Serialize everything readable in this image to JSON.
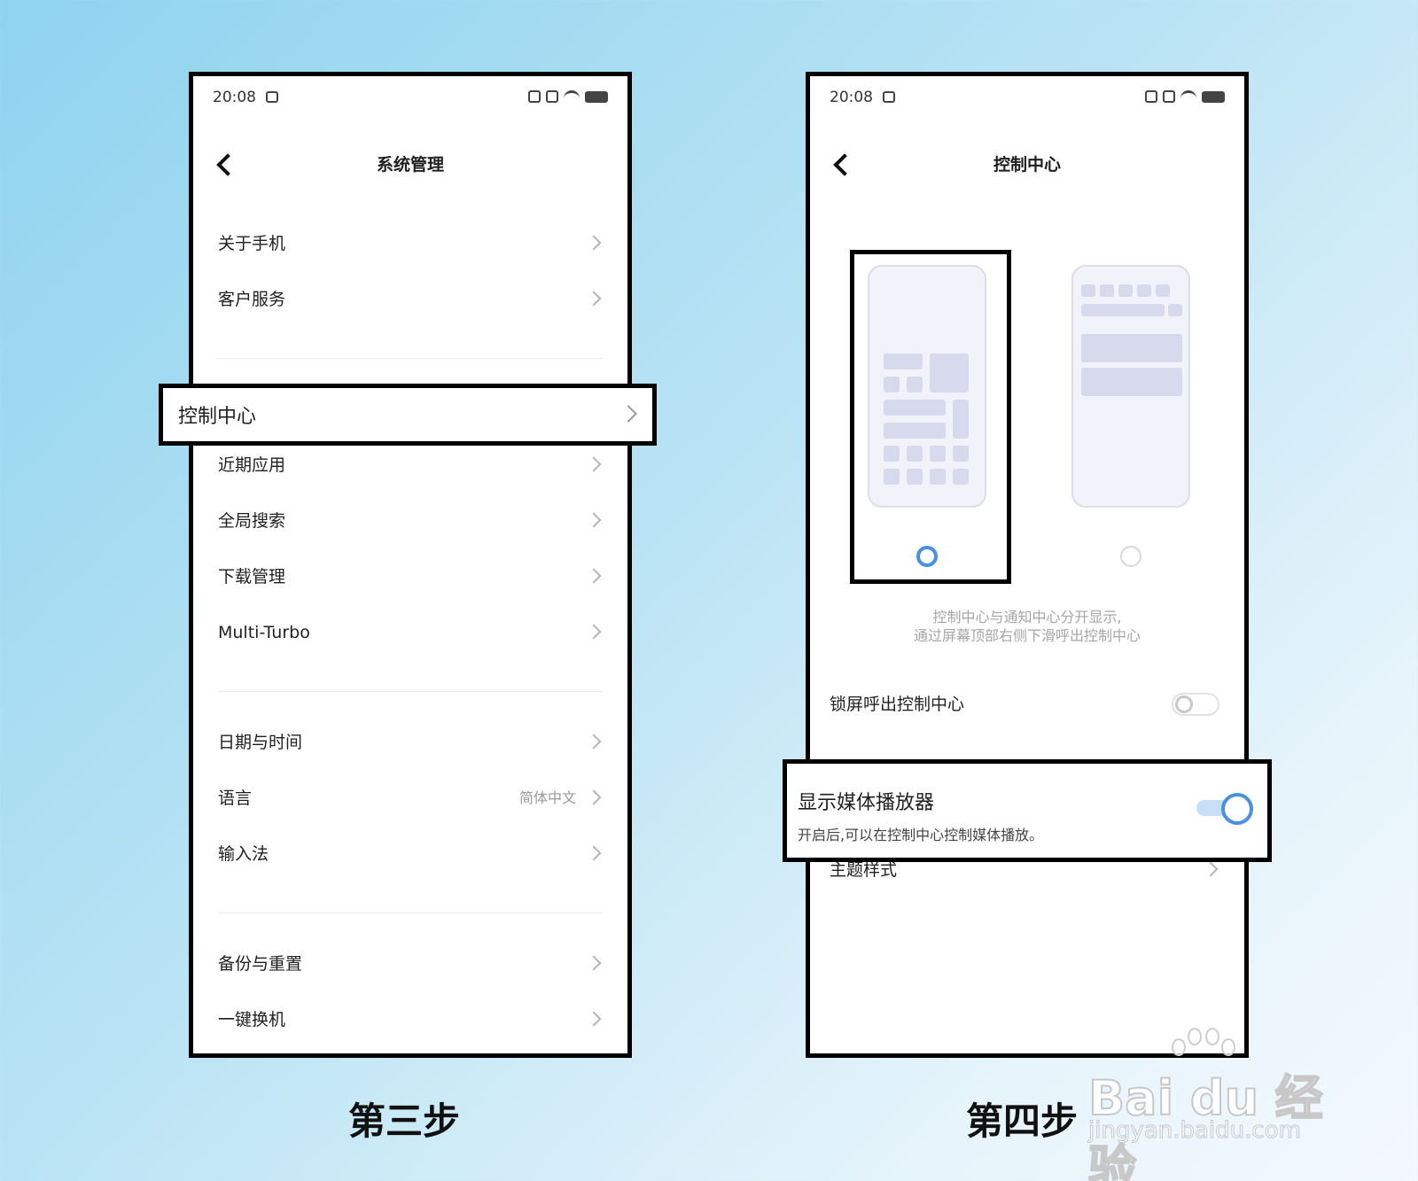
{
  "left_phone": {
    "status": {
      "time": "20:08"
    },
    "title": "系统管理",
    "group1": [
      "关于手机",
      "客户服务"
    ],
    "highlighted": "控制中心",
    "group2": [
      "近期应用",
      "全局搜索",
      "下载管理",
      "Multi-Turbo"
    ],
    "group3": [
      {
        "label": "日期与时间",
        "value": ""
      },
      {
        "label": "语言",
        "value": "简体中文"
      },
      {
        "label": "输入法",
        "value": ""
      }
    ],
    "group4": [
      "备份与重置",
      "一键换机"
    ]
  },
  "right_phone": {
    "status": {
      "time": "20:08"
    },
    "title": "控制中心",
    "style_options": {
      "selected_index": 0
    },
    "description": [
      "控制中心与通知中心分开显示,",
      "通过屏幕顶部右侧下滑呼出控制中心"
    ],
    "lock_screen": {
      "label": "锁屏呼出控制中心",
      "enabled": false
    },
    "media_player": {
      "label": "显示媒体播放器",
      "sub": "开启后,可以在控制中心控制媒体播放。",
      "enabled": true
    },
    "theme": {
      "label": "主题样式"
    }
  },
  "captions": {
    "left": "第三步",
    "right": "第四步"
  },
  "watermark": {
    "main": "Bai du 经验",
    "sub": "jingyan.baidu.com"
  },
  "colors": {
    "accent": "#4a90e2",
    "toggle_track": "#c9dff7",
    "border": "#000000"
  }
}
